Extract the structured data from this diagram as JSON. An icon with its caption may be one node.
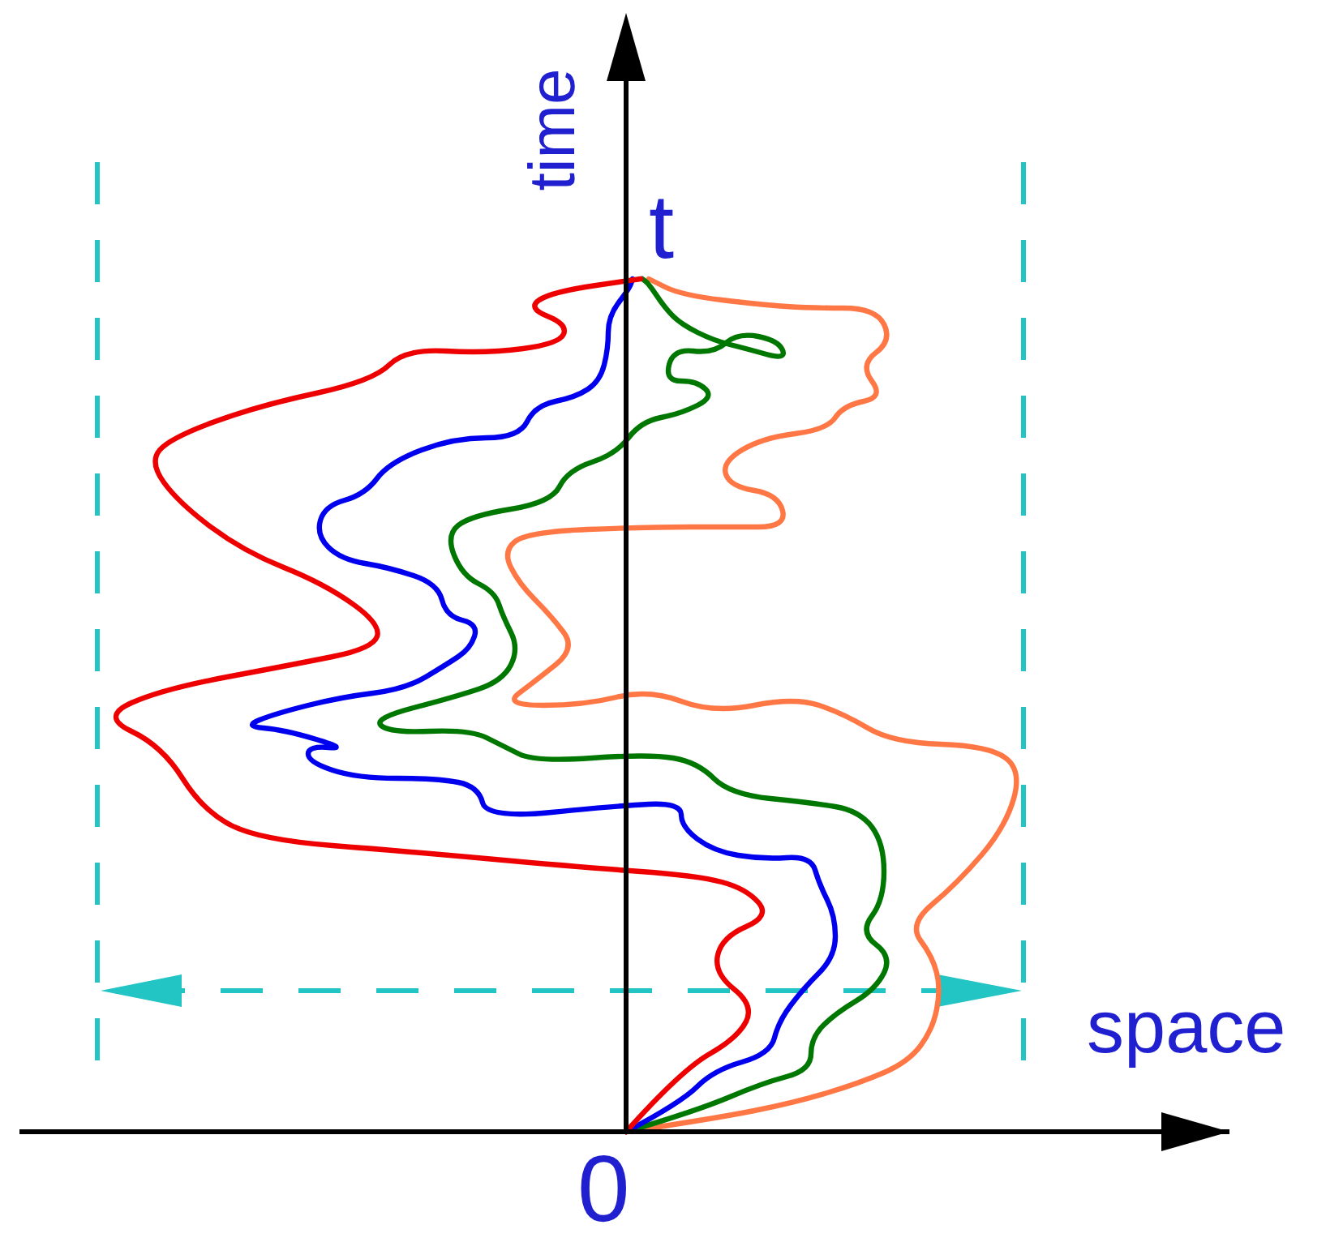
{
  "diagram": {
    "labels": [
      "time",
      "t",
      "space",
      "0"
    ]
  }
}
